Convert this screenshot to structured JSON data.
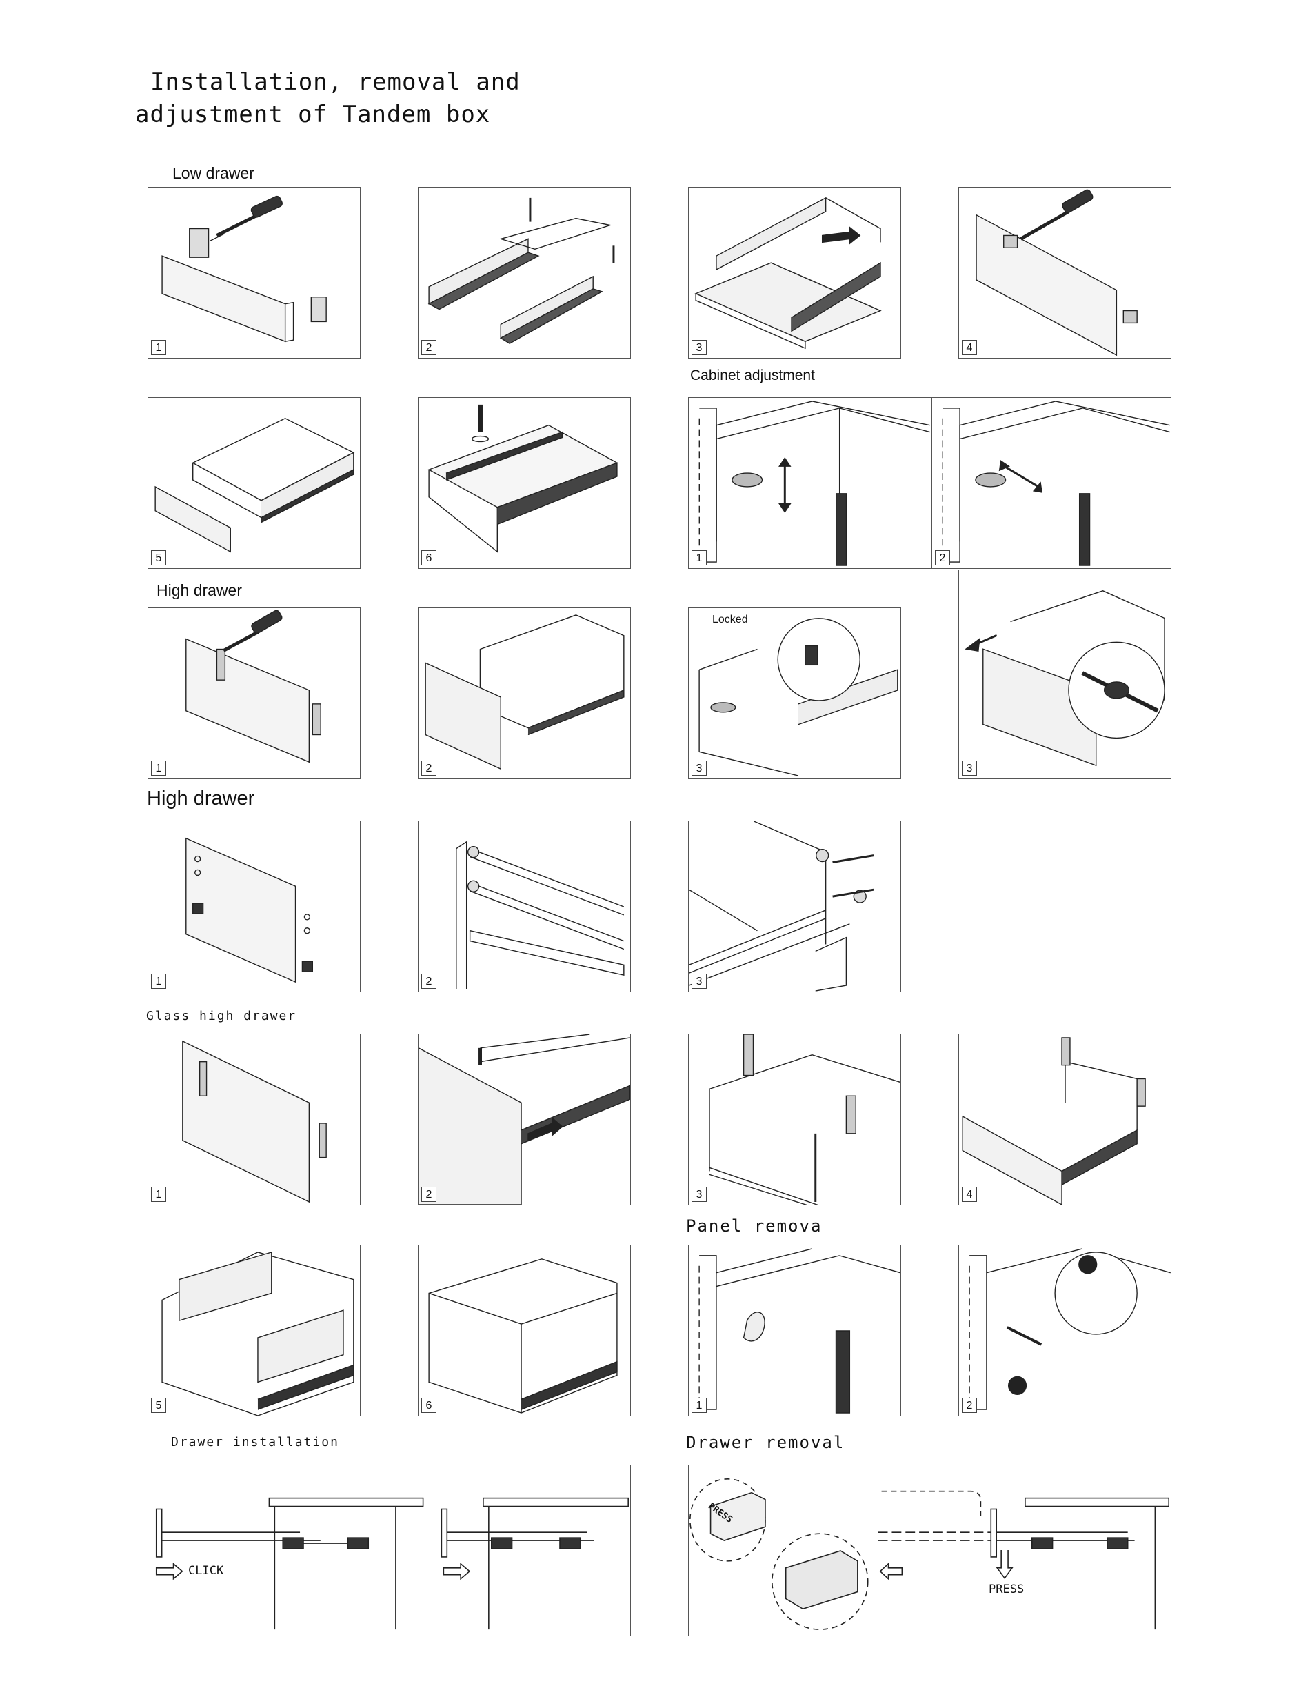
{
  "title": {
    "line1": "Installation, removal and",
    "line2": "adjustment of Tandem box"
  },
  "headings": {
    "low_drawer": "Low drawer",
    "cabinet_adjustment": "Cabinet adjustment",
    "high_drawer_small": "High drawer",
    "high_drawer_large": "High drawer",
    "glass_high_drawer": "Glass high drawer",
    "panel_removal": "Panel remova",
    "drawer_installation": "Drawer installation",
    "drawer_removal": "Drawer removal"
  },
  "steps": {
    "low": [
      "1",
      "2",
      "3",
      "4",
      "5",
      "6"
    ],
    "cabinet": [
      "1",
      "2"
    ],
    "high_small": [
      "1",
      "2",
      "3",
      "3"
    ],
    "high_large": [
      "1",
      "2",
      "3"
    ],
    "glass": [
      "1",
      "2",
      "3",
      "4",
      "5",
      "6"
    ],
    "panel": [
      "1",
      "2"
    ]
  },
  "labels": {
    "locked": "Locked",
    "click": "CLICK",
    "press": "PRESS",
    "press_stamp": "PRESS"
  },
  "colors": {
    "line": "#222222",
    "frame": "#555555",
    "fill": "#eeeeee"
  }
}
